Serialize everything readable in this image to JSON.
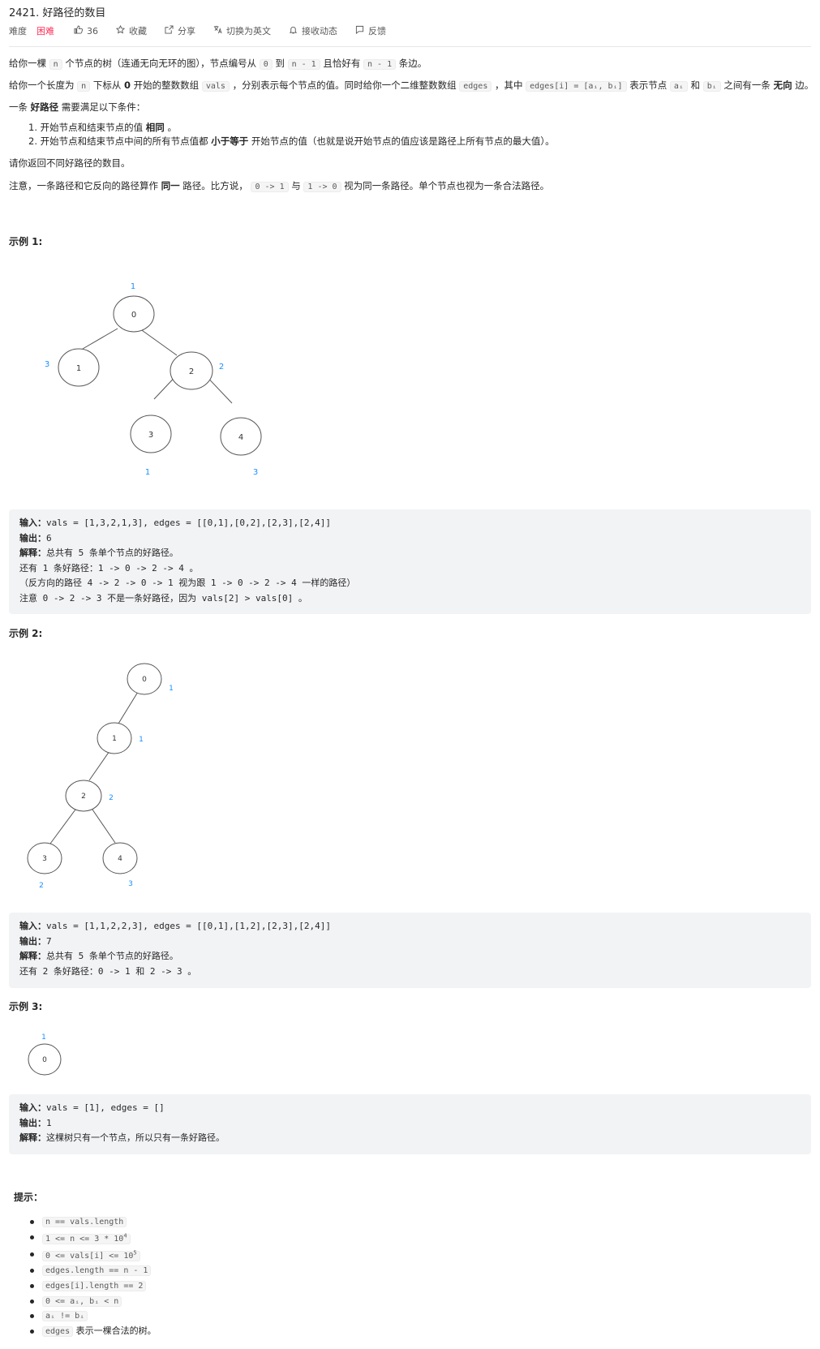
{
  "problem": {
    "title": "2421. 好路径的数目",
    "difficulty_label": "难度",
    "difficulty": "困难",
    "likes": "36",
    "actions": [
      "收藏",
      "分享",
      "切换为英文",
      "接收动态",
      "反馈"
    ]
  },
  "desc": {
    "p1_a": "给你一棵 ",
    "p1_n": "n",
    "p1_b": " 个节点的树（连通无向无环的图），节点编号从 ",
    "p1_0": "0",
    "p1_c": " 到 ",
    "p1_n1": "n - 1",
    "p1_d": " 且恰好有 ",
    "p1_n2": "n - 1",
    "p1_e": " 条边。",
    "p2_a": "给你一个长度为 ",
    "p2_n": "n",
    "p2_b": " 下标从 ",
    "p2_0": "0",
    "p2_c": " 开始的整数数组 ",
    "p2_vals": "vals",
    "p2_d": " ，分别表示每个节点的值。同时给你一个二维整数数组 ",
    "p2_edges": "edges",
    "p2_e": " ，其中 ",
    "p2_edgesi": "edges[i] = [aᵢ, bᵢ]",
    "p2_f": " 表示节点 ",
    "p2_ai": "aᵢ",
    "p2_g": " 和 ",
    "p2_bi": "bᵢ",
    "p2_h": " 之间有一条 ",
    "p2_undirected": "无向",
    "p2_i": " 边。",
    "p3_a": "一条 ",
    "p3_good": "好路径",
    "p3_b": " 需要满足以下条件：",
    "cond1_a": "1. 开始节点和结束节点的值 ",
    "cond1_same": "相同",
    "cond1_b": " 。",
    "cond2_a": "2. 开始节点和结束节点中间的所有节点值都 ",
    "cond2_le": "小于等于",
    "cond2_b": " 开始节点的值（也就是说开始节点的值应该是路径上所有节点的最大值）。",
    "p4": "请你返回不同好路径的数目。",
    "p5_a": "注意，一条路径和它反向的路径算作 ",
    "p5_same": "同一",
    "p5_b": " 路径。比方说， ",
    "p5_c1": "0 -> 1",
    "p5_c": " 与 ",
    "p5_c2": "1 -> 0",
    "p5_d": " 视为同一条路径。单个节点也视为一条合法路径。"
  },
  "examples": [
    {
      "heading": "示例 1:",
      "nodes": [
        "0",
        "1",
        "2",
        "3",
        "4"
      ],
      "vals": [
        "1",
        "3",
        "2",
        "1",
        "3"
      ],
      "input_label": "输入：",
      "input": "vals = [1,3,2,1,3], edges = [[0,1],[0,2],[2,3],[2,4]]",
      "output_label": "输出：",
      "output": "6",
      "explain_label": "解释：",
      "explain_lines": [
        "总共有 5 条单个节点的好路径。",
        "还有 1 条好路径：1 -> 0 -> 2 -> 4 。",
        "（反方向的路径 4 -> 2 -> 0 -> 1 视为跟 1 -> 0 -> 2 -> 4 一样的路径）",
        "注意 0 -> 2 -> 3 不是一条好路径，因为 vals[2] > vals[0] 。"
      ]
    },
    {
      "heading": "示例 2:",
      "nodes": [
        "0",
        "1",
        "2",
        "3",
        "4"
      ],
      "vals": [
        "1",
        "1",
        "2",
        "2",
        "3"
      ],
      "input_label": "输入：",
      "input": "vals = [1,1,2,2,3], edges = [[0,1],[1,2],[2,3],[2,4]]",
      "output_label": "输出：",
      "output": "7",
      "explain_label": "解释：",
      "explain_lines": [
        "总共有 5 条单个节点的好路径。",
        "还有 2 条好路径：0 -> 1 和 2 -> 3 。"
      ]
    },
    {
      "heading": "示例 3:",
      "nodes": [
        "0"
      ],
      "vals": [
        "1"
      ],
      "input_label": "输入：",
      "input": "vals = [1], edges = []",
      "output_label": "输出：",
      "output": "1",
      "explain_label": "解释：",
      "explain_lines": [
        "这棵树只有一个节点，所以只有一条好路径。"
      ]
    }
  ],
  "tips": {
    "heading": "提示：",
    "items": [
      {
        "code": "n == vals.length",
        "text": ""
      },
      {
        "code": "1 <= n <= 3 * 10",
        "sup": "4",
        "text": ""
      },
      {
        "code": "0 <= vals[i] <= 10",
        "sup": "5",
        "text": ""
      },
      {
        "code": "edges.length == n - 1",
        "text": ""
      },
      {
        "code": "edges[i].length == 2",
        "text": ""
      },
      {
        "code": "0 <= aᵢ, bᵢ < n",
        "text": ""
      },
      {
        "code": "aᵢ != bᵢ",
        "text": ""
      },
      {
        "code": "edges",
        "text": " 表示一棵合法的树。"
      }
    ]
  },
  "colors": {
    "accent": "#ff2d55",
    "val_label": "#1890ff",
    "code_bg": "#f2f3f5"
  },
  "icons": [
    "thumbs-up-icon",
    "star-icon",
    "share-icon",
    "translate-icon",
    "bell-icon",
    "feedback-icon"
  ]
}
